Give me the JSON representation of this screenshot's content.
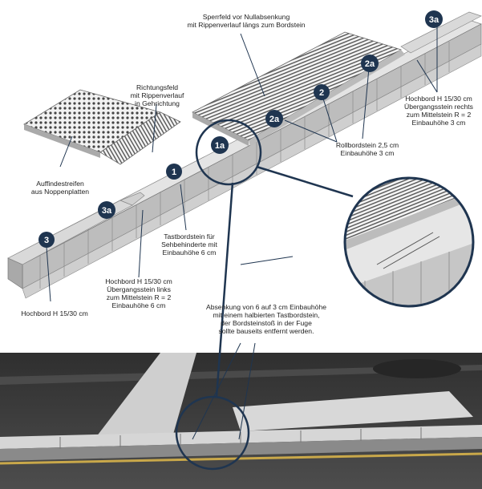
{
  "labels": {
    "sperrfeld": "Sperrfeld vor Nullabsenkung\nmit Rippenverlauf längs zum Bordstein",
    "richtungsfeld": "Richtungsfeld\nmit Rippenverlauf\nin Gehrichtung",
    "auffindestreifen": "Auffindestreifen\naus Noppenplatten",
    "hochbord_rechts": "Hochbord H 15/30 cm\nÜbergangsstein rechts\nzum Mittelstein R = 2\nEinbauhöhe 3 cm",
    "rollbordstein": "Rollbordstein 2,5 cm\nEinbauhöhe 3 cm",
    "tastbordstein": "Tastbordstein für\nSehbehinderte mit\nEinbauhöhe 6 cm",
    "hochbord_links": "Hochbord H 15/30 cm\nÜbergangsstein links\nzum Mittelstein R = 2\nEinbauhöhe 6 cm",
    "hochbord": "Hochbord H 15/30 cm",
    "absenkung": "Absenkung von 6 auf 3 cm Einbauhöhe\nmit einem halbierten Tastbordstein,\nder Bordsteinstoß in der Fuge\nsollte bauseits entfernt werden."
  },
  "badges": {
    "b1": "1",
    "b1a": "1a",
    "b2": "2",
    "b2a_top": "2a",
    "b2a_mid": "2a",
    "b3": "3",
    "b3a_left": "3a",
    "b3a_right": "3a"
  },
  "colors": {
    "badge": "#1f3550",
    "line": "#1f3550",
    "curb_top": "#e4e4e4",
    "curb_face": "#bdbdbd",
    "paving": "#f0f0f0",
    "photo_road": "#3e3e3e"
  }
}
